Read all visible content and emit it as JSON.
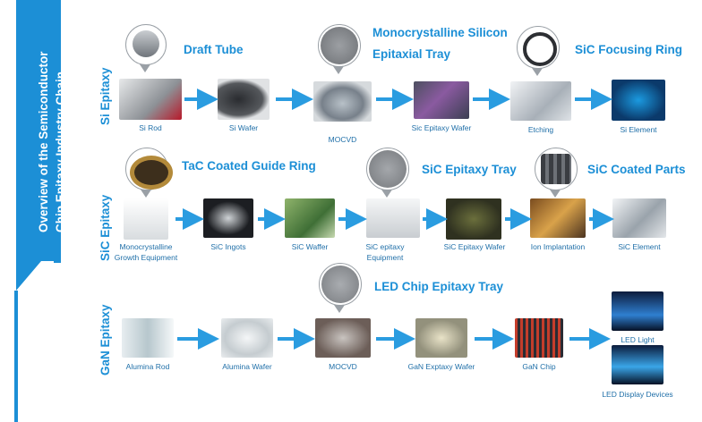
{
  "banner": {
    "line1": "Overview of the Semiconductor",
    "line2": "Chip Epitaxy Industry Chain"
  },
  "rows": {
    "si": {
      "label": "Si Epitaxy"
    },
    "sic": {
      "label": "SiC Epitaxy"
    },
    "gan": {
      "label": "GaN Epitaxy"
    }
  },
  "products": {
    "draft_tube": "Draft Tube",
    "mono_tray_1": "Monocrystalline Silicon",
    "mono_tray_2": "Epitaxial Tray",
    "sic_focus": "SiC Focusing Ring",
    "tac_ring": "TaC Coated Guide Ring",
    "sic_tray": "SiC Epitaxy Tray",
    "sic_parts": "SiC Coated Parts",
    "led_tray": "LED Chip Epitaxy Tray"
  },
  "captions": {
    "si_rod": "Si Rod",
    "si_wafer": "Si Wafer",
    "mocvd1": "MOCVD",
    "si_epi_wafer": "Sic Epitaxy Wafer",
    "etching": "Etching",
    "si_element": "Si Element",
    "mono_growth_1": "Monocrystalline",
    "mono_growth_2": "Growth Equipment",
    "sic_ingots": "SiC Ingots",
    "sic_waffer": "SiC Waffer",
    "sic_epi_eq_1": "SiC epitaxy",
    "sic_epi_eq_2": "Equipment",
    "sic_epi_wafer": "SiC Epitaxy Wafer",
    "ion_impl": "Ion Implantation",
    "sic_element": "SiC Element",
    "alumina_rod": "Alumina Rod",
    "alumina_wafer": "Alumina Wafer",
    "mocvd2": "MOCVD",
    "gan_epi_wafer": "GaN Exptaxy Wafer",
    "gan_chip": "GaN Chip",
    "led_light": "LED Light",
    "led_display": "LED Display Devices"
  },
  "colors": {
    "brand_blue": "#1c8fd6",
    "arrow_blue": "#2a9ce0",
    "caption_blue": "#1f6fa8"
  }
}
